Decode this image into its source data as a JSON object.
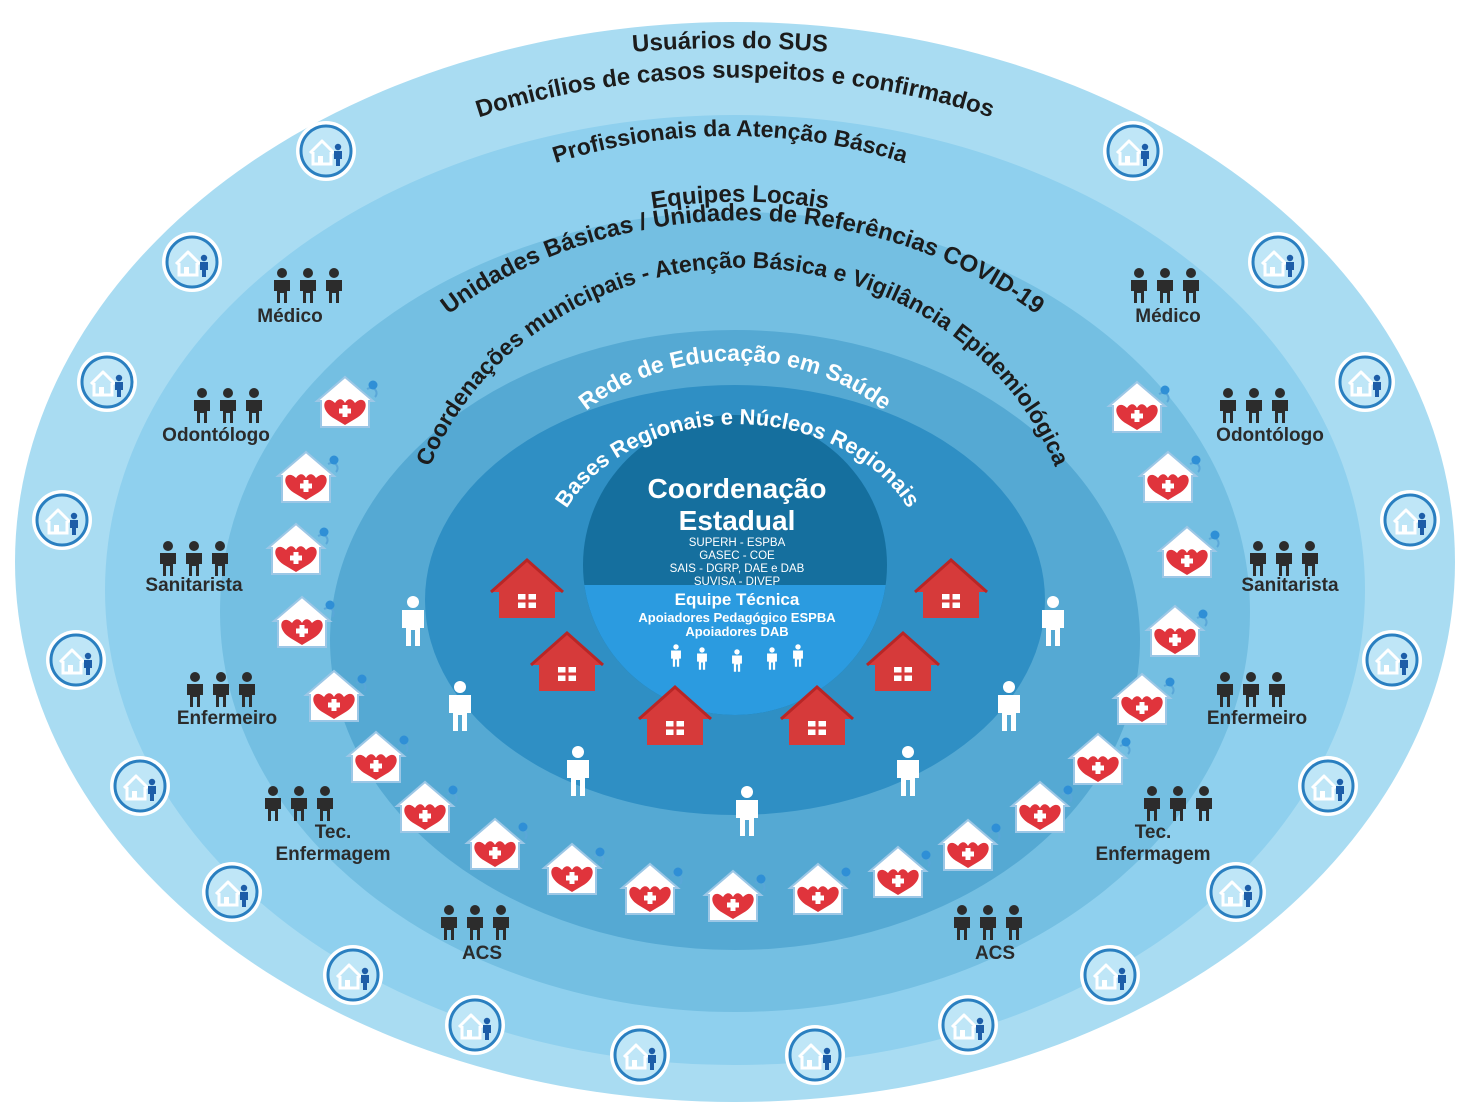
{
  "rings": {
    "outer_line1": "Usuários do SUS",
    "outer_line2": "Domicílios de casos suspeitos e confirmados",
    "ring2": "Profissionais da Atenção Báscia",
    "ring3_line1": "Equipes Locais",
    "ring3_line2": "Unidades Básicas / Unidades de Referências COVID-19",
    "ring4": "Coordenações municipais - Atenção Básica e Vigilância Epidemiológica",
    "ring5_line1": "Rede de Educação em Saúde",
    "ring5_line2": "Bases Regionais e Núcleos Regionais"
  },
  "center": {
    "title_line1": "Coordenação",
    "title_line2": "Estadual",
    "sub_lines": [
      "SUPERH - ESPBA",
      "GASEC - COE",
      "SAIS - DGRP, DAE e DAB",
      "SUVISA - DIVEP"
    ],
    "team_title": "Equipe Técnica",
    "team_line1": "Apoiadores Pedagógico ESPBA",
    "team_line2": "Apoiadores DAB"
  },
  "roles": {
    "medico": "Médico",
    "odontologo": "Odontólogo",
    "sanitarista": "Sanitarista",
    "enfermeiro": "Enfermeiro",
    "tec_line1": "Tec.",
    "tec_line2": "Enfermagem",
    "acs": "ACS"
  },
  "colors": {
    "ring_outer": "#a9dcf2",
    "ring_2": "#8fd0ee",
    "ring_3": "#74bfe2",
    "ring_4": "#55a9d3",
    "ring_5": "#2f8fc4",
    "core": "#156f9e",
    "team_band": "#2b9be0",
    "house_red": "#d63a3a"
  },
  "icons": {
    "home_family": "home-family-icon",
    "health_house": "health-house-icon",
    "people_group": "people-group-icon",
    "person": "person-icon",
    "red_house": "red-house-icon"
  }
}
